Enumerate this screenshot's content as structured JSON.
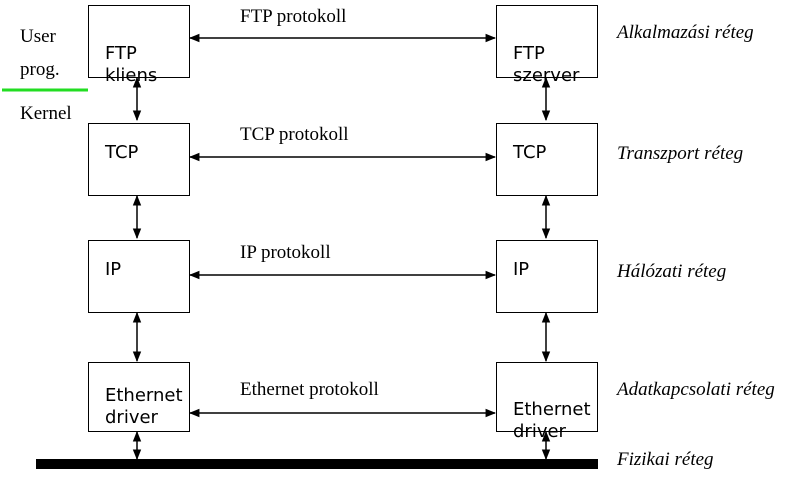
{
  "side_labels": {
    "user_prog": "User\nprog.",
    "kernel": "Kernel"
  },
  "left_stack": {
    "ftp": "FTP\nkliens",
    "tcp": "TCP",
    "ip": "IP",
    "eth": "Ethernet\ndriver"
  },
  "right_stack": {
    "ftp": "FTP\nszerver",
    "tcp": "TCP",
    "ip": "IP",
    "eth": "Ethernet\ndriver"
  },
  "protocols": {
    "ftp": "FTP protokoll",
    "tcp": "TCP protokoll",
    "ip": "IP protokoll",
    "eth": "Ethernet protokoll"
  },
  "layers": {
    "application": "Alkalmazási réteg",
    "transport": "Transzport réteg",
    "network": "Hálózati réteg",
    "datalink": "Adatkapcsolati réteg",
    "physical": "Fizikai réteg"
  },
  "colors": {
    "divider": "#22dd22",
    "line": "#000000"
  }
}
